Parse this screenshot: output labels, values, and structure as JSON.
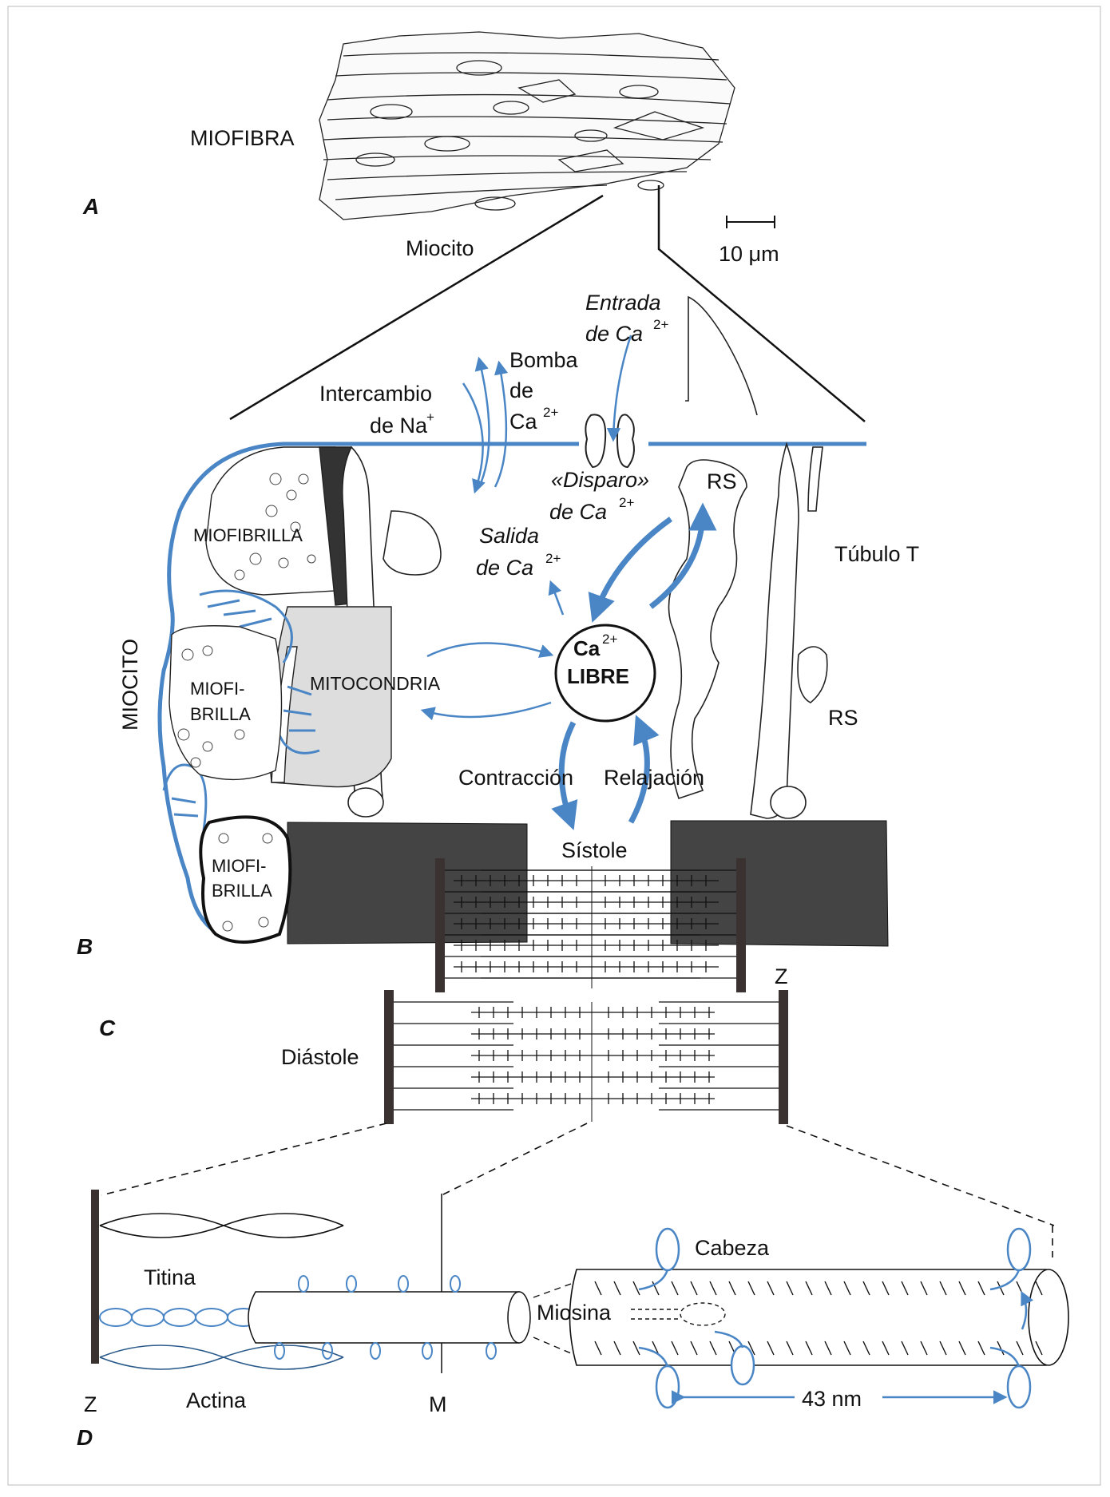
{
  "colors": {
    "blue": "#4a86c5",
    "ink": "#1a1a1a",
    "dark_bar": "#3a3230",
    "paper": "#ffffff"
  },
  "panels": {
    "a": "A",
    "b": "B",
    "c": "C",
    "d": "D"
  },
  "panel_a": {
    "miofibra": "MIOFIBRA",
    "miocito": "Miocito",
    "scale": "10 μm"
  },
  "panel_b": {
    "entrada_line1": "Entrada",
    "entrada_line2": "de Ca",
    "bomba_line1": "Bomba",
    "bomba_line2": "de",
    "bomba_line3": "Ca",
    "intercambio_line1": "Intercambio",
    "intercambio_line2": "de Na",
    "disparo_line1": "«Disparo»",
    "disparo_line2": "de Ca",
    "salida_line1": "Salida",
    "salida_line2": "de Ca",
    "rs_top": "RS",
    "rs_right": "RS",
    "tubulo": "Túbulo T",
    "miofibrilla_1": "MIOFIBRILLA",
    "miofibrilla_2_line1": "MIOFI-",
    "miofibrilla_2_line2": "BRILLA",
    "miofibrilla_3_line1": "MIOFI-",
    "miofibrilla_3_line2": "BRILLA",
    "miocito_vertical": "MIOCITO",
    "mitocondria": "MITOCONDRIA",
    "ca_line1": "Ca",
    "ca_line2": "LIBRE",
    "contraccion": "Contracción",
    "relajacion": "Relajación",
    "sistole": "Sístole",
    "sup_2plus": "2+",
    "sup_plus": "+"
  },
  "panel_c": {
    "diastole": "Diástole",
    "z": "Z"
  },
  "panel_d": {
    "titina": "Titina",
    "actina": "Actina",
    "miosina": "Miosina",
    "cabeza": "Cabeza",
    "nm": "43 nm",
    "z": "Z",
    "m": "M"
  }
}
